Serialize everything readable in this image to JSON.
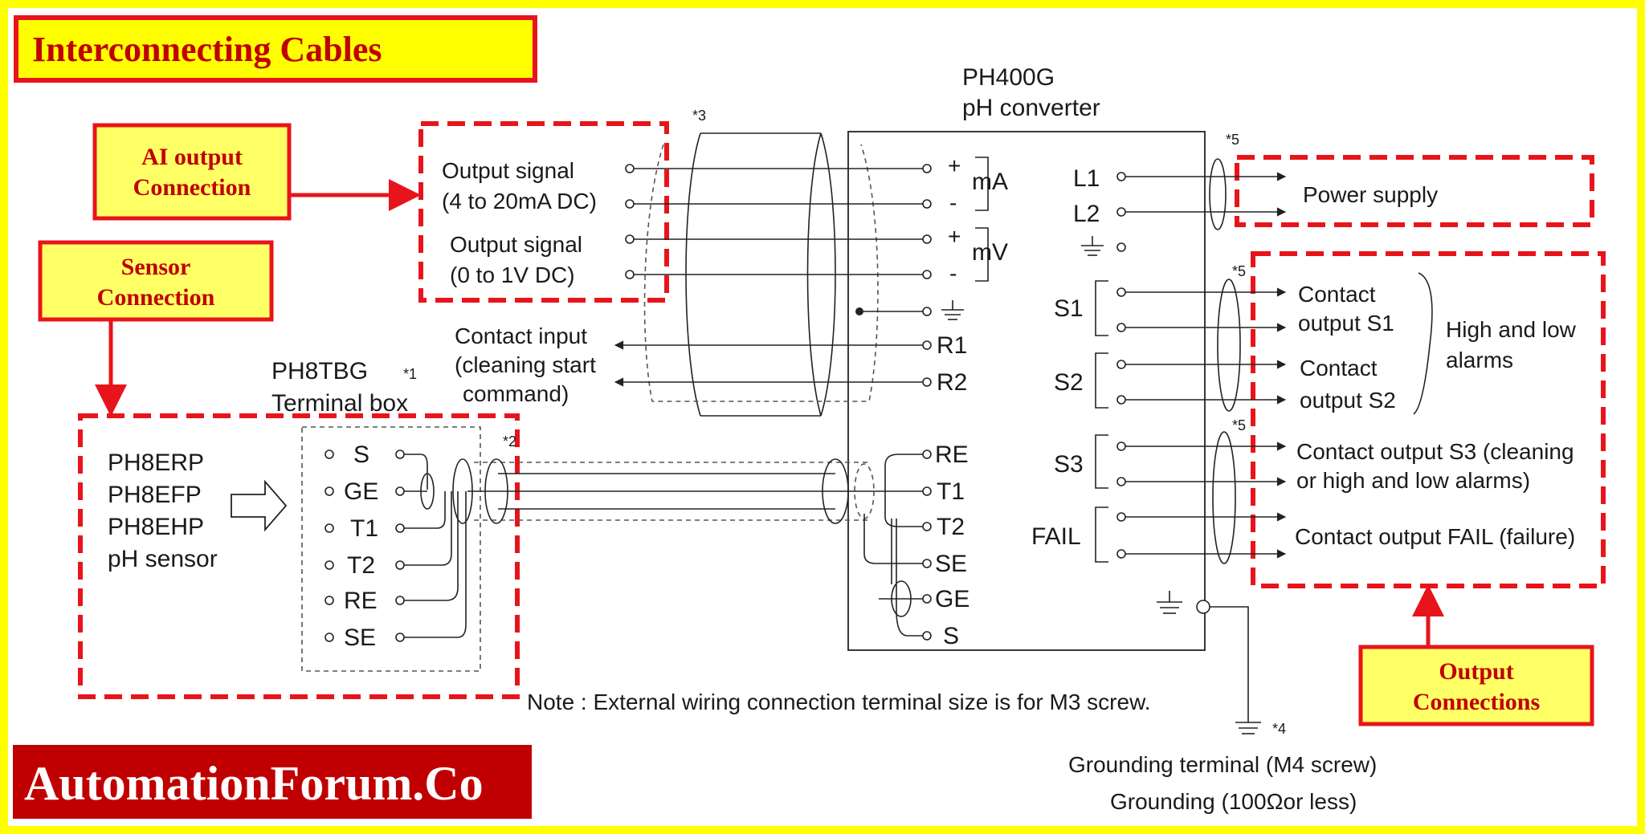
{
  "title": "Interconnecting Cables",
  "brand": "AutomationForum.Co",
  "colors": {
    "background": "#ffff00",
    "accent_red": "#e8141b",
    "brand_bg": "#c00000",
    "label_fill": "#ffff66"
  },
  "callouts": {
    "ai_output": [
      "AI output",
      "Connection"
    ],
    "sensor": [
      "Sensor",
      "Connection"
    ],
    "output": [
      "Output",
      "Connections"
    ]
  },
  "converter": {
    "model": "PH400G",
    "name": "pH converter",
    "ma_label": "mA",
    "mv_label": "mV",
    "plus": "+",
    "minus": "-",
    "left_terminals": [
      "R1",
      "R2",
      "RE",
      "T1",
      "T2",
      "SE",
      "GE",
      "S"
    ],
    "right_terminals": [
      "L1",
      "L2",
      "S1",
      "S2",
      "S3",
      "FAIL"
    ]
  },
  "signals": {
    "output_ma": [
      "Output signal",
      "(4 to 20mA DC)"
    ],
    "output_mv": [
      "Output signal",
      "(0 to 1V DC)"
    ],
    "contact_input": [
      "Contact input",
      "(cleaning start",
      "command)"
    ]
  },
  "terminal_box": {
    "model": "PH8TBG",
    "name": "Terminal box",
    "note_mark": "*1",
    "terminals": [
      "S",
      "GE",
      "T1",
      "T2",
      "RE",
      "SE"
    ]
  },
  "sensor": {
    "models": [
      "PH8ERP",
      "PH8EFP",
      "PH8EHP"
    ],
    "name": "pH sensor"
  },
  "outputs": {
    "power_supply": "Power supply",
    "s1": [
      "Contact",
      "output S1"
    ],
    "s2": [
      "Contact",
      "output S2"
    ],
    "alarms": [
      "High and low",
      "alarms"
    ],
    "s3": [
      "Contact output S3 (cleaning",
      "or high and low alarms)"
    ],
    "fail": "Contact output FAIL (failure)"
  },
  "notes": {
    "star2": "*2",
    "star3": "*3",
    "star4": "*4",
    "star5": "*5",
    "wiring": "Note : External wiring connection terminal size is for M3 screw.",
    "grounding_terminal": "Grounding terminal (M4 screw)",
    "grounding": "Grounding (100Ωor less)"
  }
}
